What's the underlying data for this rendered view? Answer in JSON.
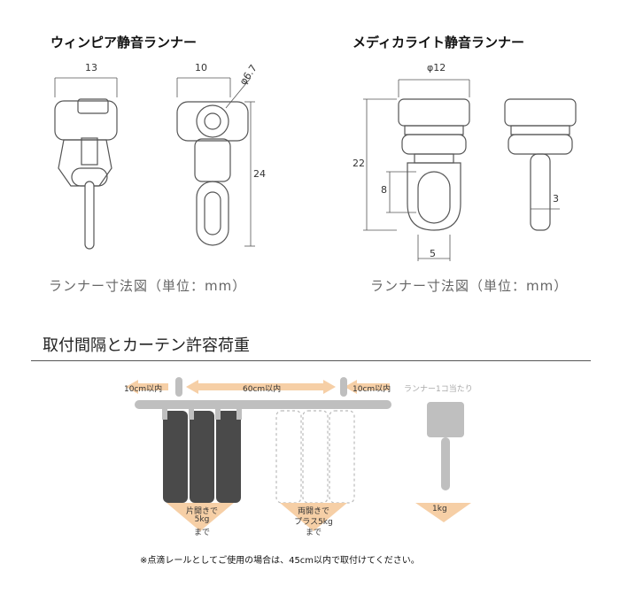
{
  "left_runner": {
    "title": "ウィンピア静音ランナー",
    "dims": {
      "width_front": "13",
      "width_side": "10",
      "diameter": "φ6.7",
      "height": "24"
    },
    "caption": "ランナー寸法図（単位：mm）"
  },
  "right_runner": {
    "title": "メディカライト静音ランナー",
    "dims": {
      "diameter": "φ12",
      "height_total": "22",
      "ring_height": "8",
      "ring_width": "5",
      "pin": "3"
    },
    "caption": "ランナー寸法図（単位：mm）"
  },
  "section": {
    "title": "取付間隔とカーテン許容荷重",
    "spacing_left": "10cm以内",
    "spacing_middle": "60cm以内",
    "spacing_right": "10cm以内",
    "runner_label": "ランナー1コ当たり",
    "load_single": [
      "片開きで",
      "5kg",
      "まで"
    ],
    "load_double": [
      "両開きで",
      "プラス5kg",
      "まで"
    ],
    "load_runner": "1kg",
    "note": "※点滴レールとしてご使用の場合は、45cm以内で取付けてください。"
  },
  "colors": {
    "arrow": "#f6cfa6",
    "rail": "#bfbfbf",
    "curtain": "#4a4a4a",
    "line": "#555555"
  }
}
